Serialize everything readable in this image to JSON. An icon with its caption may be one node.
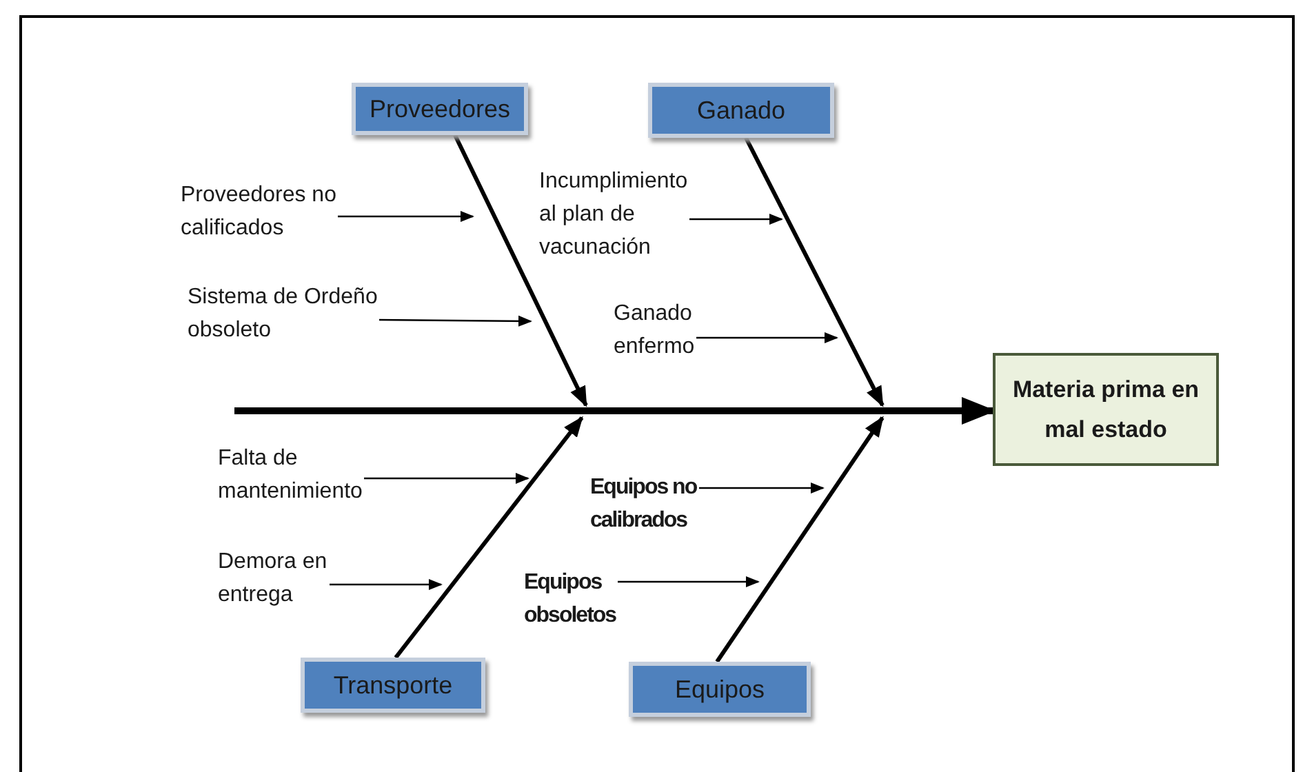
{
  "diagram": {
    "nodes": [
      {
        "text": [
          "Proveedores"
        ]
      },
      {
        "text": [
          "Ganado"
        ]
      },
      {
        "text": [
          "Proveedores no calificados"
        ]
      },
      {
        "text": [
          "Incumplimiento al plan de vacunación"
        ]
      },
      {
        "text": [
          "Sistema de Ordeño obsoleto"
        ]
      },
      {
        "text": [
          "Ganado enfermo"
        ]
      },
      {
        "text": [
          "Materia prima en mal estado"
        ]
      },
      {
        "text": [
          "Falta de mantenimiento"
        ]
      },
      {
        "text": [
          "Equipos no calibrados"
        ]
      },
      {
        "text": [
          "Demora en entrega"
        ]
      },
      {
        "text": [
          "Equipos obsoletos"
        ]
      },
      {
        "text": [
          "Transporte"
        ]
      },
      {
        "text": [
          "Equipos"
        ]
      }
    ],
    "edges": [
      {
        "from": null,
        "to": 6,
        "arrow": "to",
        "style": "thick"
      },
      {
        "from": 0,
        "to": null,
        "arrow": "to",
        "style": "thick"
      },
      {
        "from": 1,
        "to": null,
        "arrow": "to",
        "style": "thick"
      },
      {
        "from": 11,
        "to": null,
        "arrow": "to",
        "style": "thick"
      },
      {
        "from": 12,
        "to": null,
        "arrow": "to",
        "style": "thick"
      },
      {
        "from": 2,
        "to": null,
        "arrow": "to"
      },
      {
        "from": 4,
        "to": null,
        "arrow": "to"
      },
      {
        "from": 3,
        "to": null,
        "arrow": "to"
      },
      {
        "from": 5,
        "to": null,
        "arrow": "to"
      },
      {
        "from": 7,
        "to": null,
        "arrow": "to"
      },
      {
        "from": 9,
        "to": null,
        "arrow": "to"
      },
      {
        "from": 8,
        "to": null,
        "arrow": "to"
      },
      {
        "from": 10,
        "to": null,
        "arrow": "to"
      }
    ]
  }
}
